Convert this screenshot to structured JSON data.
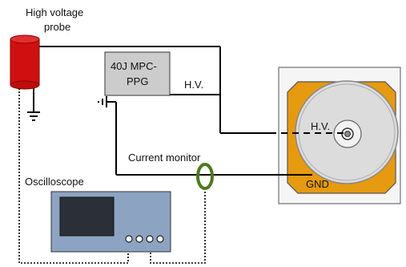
{
  "labels": {
    "probe_line1": "High voltage",
    "probe_line2": "probe",
    "pulser_line1": "40J MPC-",
    "pulser_line2": "PPG",
    "hv_output": "H.V.",
    "current_monitor": "Current monitor",
    "oscilloscope": "Oscilloscope",
    "chamber_hv": "H.V.",
    "chamber_gnd": "GND"
  },
  "colors": {
    "probe_body": "#d01010",
    "probe_edge": "#8a0000",
    "pulser_fill": "#cccccc",
    "scope_body": "#8da3c2",
    "scope_screen": "#2a2f38",
    "chamber_frame": "#f5f5f5",
    "chamber_body": "#e69a10",
    "disk_outer": "#dcdcdc",
    "disk_inner": "#f2f2f2",
    "current_monitor_ring": "#4c7a1c",
    "wire": "#000000"
  },
  "icons": {
    "ground_symbol": "earth-ground-icon",
    "monitor_ring": "toroid-ring-icon",
    "scope_knobs": "knob-circles"
  }
}
